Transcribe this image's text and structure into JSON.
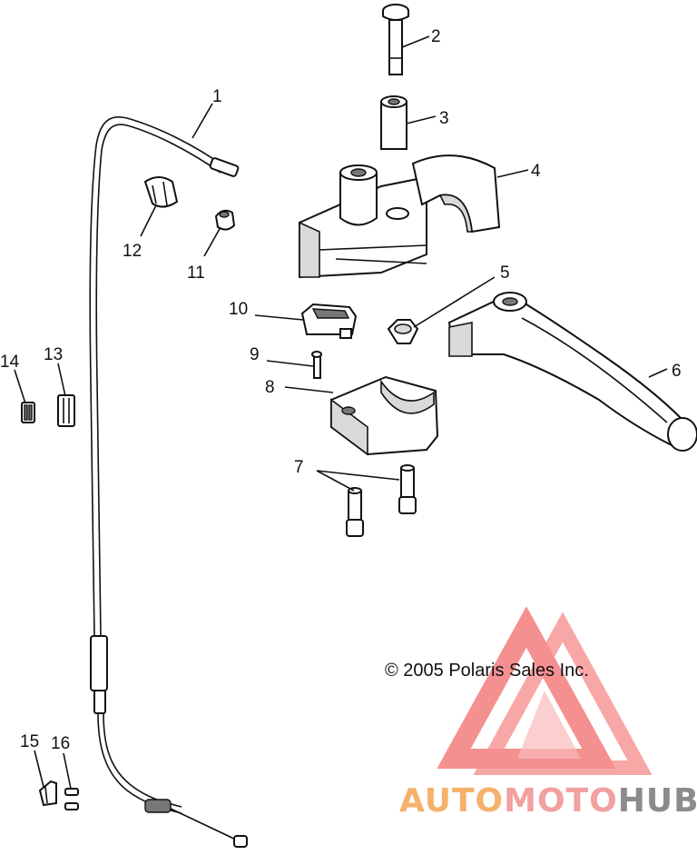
{
  "callouts": [
    {
      "id": "1",
      "text": "1"
    },
    {
      "id": "2",
      "text": "2"
    },
    {
      "id": "3",
      "text": "3"
    },
    {
      "id": "4",
      "text": "4"
    },
    {
      "id": "5",
      "text": "5"
    },
    {
      "id": "6",
      "text": "6"
    },
    {
      "id": "7",
      "text": "7"
    },
    {
      "id": "8",
      "text": "8"
    },
    {
      "id": "9",
      "text": "9"
    },
    {
      "id": "10",
      "text": "10"
    },
    {
      "id": "11",
      "text": "11"
    },
    {
      "id": "12",
      "text": "12"
    },
    {
      "id": "13",
      "text": "13"
    },
    {
      "id": "14",
      "text": "14"
    },
    {
      "id": "15",
      "text": "15"
    },
    {
      "id": "16",
      "text": "16"
    }
  ],
  "copyright": "© 2005 Polaris Sales Inc.",
  "watermark": {
    "part1": "AUTO",
    "part2": "MOTO",
    "part3": "HUB",
    "colors": {
      "triangle": "#f26b6b",
      "auto": "#f6b26b",
      "moto": "#f2a0a0",
      "hub": "#8c8c8c"
    }
  }
}
